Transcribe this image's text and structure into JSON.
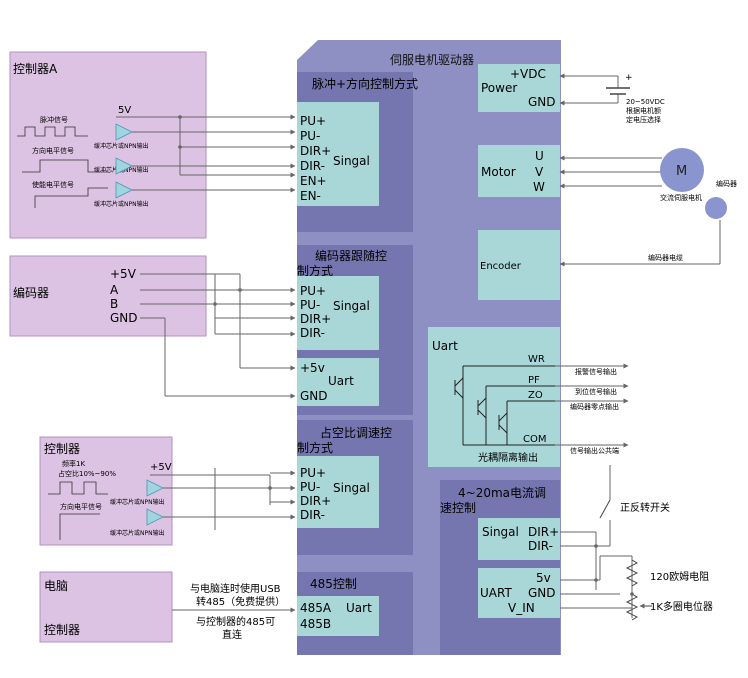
{
  "driver": {
    "title": "伺服电机驱动器",
    "pulse_section": {
      "title": "脉冲+方向控制方式",
      "pins": [
        "PU+",
        "PU-",
        "DIR+",
        "DIR-",
        "EN+",
        "EN-"
      ],
      "label": "Singal"
    },
    "encoder_follow_section": {
      "title_line1": "编码器跟随控",
      "title_line2": "制方式",
      "pins": [
        "PU+",
        "PU-",
        "DIR+",
        "DIR-"
      ],
      "label": "Singal",
      "uart_pins": [
        "+5v",
        "GND"
      ],
      "uart_label": "Uart"
    },
    "pwm_section": {
      "title_line1": "占空比调速控",
      "title_line2": "制方式",
      "pins": [
        "PU+",
        "PU-",
        "DIR+",
        "DIR-"
      ],
      "label": "Singal"
    },
    "rs485_section": {
      "title": "485控制",
      "pins": [
        "485A",
        "485B"
      ],
      "label": "Uart"
    },
    "power_box": {
      "label": "Power",
      "vdc": "+VDC",
      "gnd": "GND"
    },
    "motor_box": {
      "label": "Motor",
      "pins": [
        "U",
        "V",
        "W"
      ]
    },
    "encoder_box": {
      "label": "Encoder"
    },
    "uart_box": {
      "label": "Uart",
      "outputs": [
        "WR",
        "PF",
        "ZO",
        "COM"
      ],
      "caption": "光耦隔离输出"
    },
    "current_section": {
      "title_line1": "4~20ma电流调",
      "title_line2": "速控制",
      "signal_label": "Singal",
      "signal_pins": [
        "DIR+",
        "DIR-"
      ],
      "uart_label": "UART",
      "uart_pins": [
        "5v",
        "GND",
        "V_IN"
      ]
    }
  },
  "controller_a": {
    "title": "控制器A",
    "supply": "5V",
    "signals": [
      "脉冲信号",
      "方向电平信号",
      "使能电平信号"
    ],
    "buffer_note": "缓冲芯片或NPN输出"
  },
  "encoder_device": {
    "title": "编码器",
    "pins": [
      "+5V",
      "A",
      "B",
      "GND"
    ]
  },
  "controller_b": {
    "title": "控制器",
    "freq_line1": "频率1K",
    "freq_line2": "占空比10%~90%",
    "supply": "+5V",
    "dir_signal": "方向电平信号",
    "buffer_note": "缓冲芯片或NPN输出"
  },
  "pc_box": {
    "item1": "电脑",
    "item2": "控制器",
    "note_line1": "与电脑连时使用USB",
    "note_line2": "转485（免费提供）",
    "note_line3": "与控制器的485可",
    "note_line4": "直连"
  },
  "power_source": {
    "plus": "+",
    "line1": "20~50VDC",
    "line2": "根据电机额",
    "line3": "定电压选择"
  },
  "motor": {
    "symbol": "M",
    "caption": "交流伺服电机",
    "encoder_caption": "编码器"
  },
  "encoder_cable": "编码器电缆",
  "outputs": {
    "wr": "报警信号输出",
    "pf": "到位信号输出",
    "zo": "编码器零点输出",
    "com": "信号输出公共端"
  },
  "switch_label": "正反转开关",
  "resistor_label": "120欧姆电阻",
  "pot_label": "1K多圈电位器",
  "colors": {
    "driver_body": "#8e8fc3",
    "driver_section": "#7576b0",
    "inner_box": "#a9d7d8",
    "controller_bg": "#dcc3e3",
    "controller_border": "#b190c0",
    "buffer": "#9fd4e0",
    "motor_circle": "#8a95cf"
  }
}
